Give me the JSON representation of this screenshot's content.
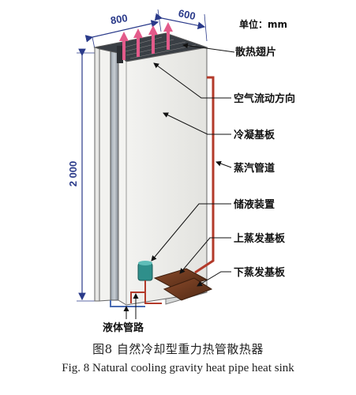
{
  "unit_label": "单位：mm",
  "dimensions": {
    "width": "800",
    "depth": "600",
    "height": "2 000"
  },
  "labels": {
    "fins": "散热翅片",
    "airflow": "空气流动方向",
    "condenser_plate": "冷凝基板",
    "vapor_pipe": "蒸汽管道",
    "reservoir": "储液装置",
    "upper_evap": "上蒸发基板",
    "lower_evap": "下蒸发基板",
    "liquid_pipe": "液体管路"
  },
  "caption": {
    "cn": "图8   自然冷却型重力热管散热器",
    "en": "Fig. 8   Natural cooling gravity heat pipe heat sink"
  },
  "colors": {
    "dimension": "#2a3a8a",
    "arrow": "#e35a8a",
    "pipe": "#c0392b",
    "evaporator": "#6b3a22"
  }
}
